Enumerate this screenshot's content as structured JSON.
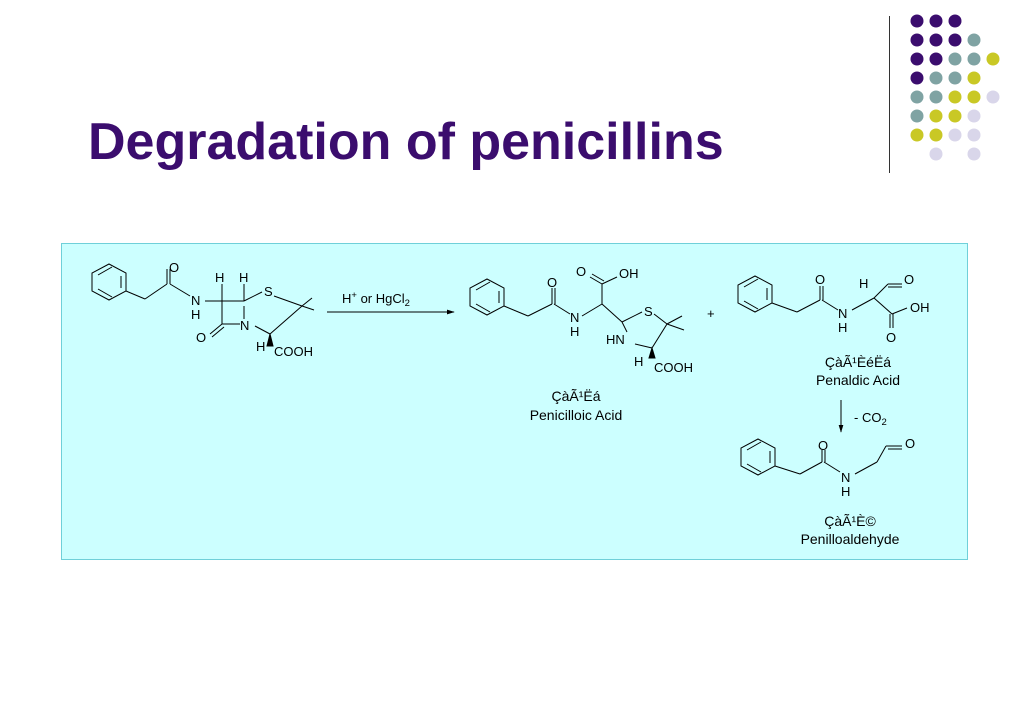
{
  "slide": {
    "title": "Degradation of penicillins"
  },
  "decoration": {
    "dot_colors": {
      "purple": "#3b0d6e",
      "teal": "#7fa3a3",
      "olive": "#c9c825",
      "lavender": "#d9d6ea"
    },
    "dot_grid": [
      [
        "purple",
        "purple",
        "purple",
        "",
        "",
        ""
      ],
      [
        "purple",
        "purple",
        "purple",
        "teal",
        "",
        ""
      ],
      [
        "purple",
        "purple",
        "teal",
        "teal",
        "olive",
        ""
      ],
      [
        "purple",
        "teal",
        "teal",
        "olive",
        "",
        ""
      ],
      [
        "teal",
        "teal",
        "olive",
        "olive",
        "lavender",
        ""
      ],
      [
        "teal",
        "olive",
        "olive",
        "lavender",
        "",
        ""
      ],
      [
        "olive",
        "olive",
        "lavender",
        "lavender",
        "",
        ""
      ],
      [
        "",
        "lavender",
        "",
        "lavender",
        "",
        ""
      ]
    ],
    "divider_color": "#333333"
  },
  "scheme": {
    "background": "#ccffff",
    "border": "#6fd0d9",
    "reagent": {
      "main": "H",
      "sup": "+",
      "rest": " or HgCl",
      "sub": "2"
    },
    "plus": "+",
    "decarboxylation": {
      "main": "- CO",
      "sub": "2"
    },
    "penicillin": {
      "atoms": {
        "O_acyl": "O",
        "N_amide": "N",
        "H_amide": "H",
        "H1": "H",
        "H2": "H",
        "S": "S",
        "N_ring": "N",
        "O_lactam": "O",
        "H_bottom": "H",
        "COOH": "COOH"
      }
    },
    "penicilloic": {
      "atoms": {
        "O_acyl": "O",
        "N_amide": "N",
        "H_amide": "H",
        "O_acid": "O",
        "OH": "OH",
        "S": "S",
        "HN": "HN",
        "H_bottom": "H",
        "COOH": "COOH"
      },
      "caption_cn": "ÇàÃ¹Ëá",
      "caption_en": "Penicilloic Acid"
    },
    "penaldic": {
      "atoms": {
        "O_acyl": "O",
        "N_amide": "N",
        "H_amide": "H",
        "H_alpha": "H",
        "O_ald": "O",
        "OH": "OH",
        "O_acid": "O"
      },
      "caption_cn": "ÇàÃ¹ÈéËá",
      "caption_en": "Penaldic Acid"
    },
    "penilloaldehyde": {
      "atoms": {
        "O_acyl": "O",
        "N_amide": "N",
        "H_amide": "H",
        "O_ald": "O"
      },
      "caption_cn": "ÇàÃ¹È©",
      "caption_en": "Penilloaldehyde"
    }
  }
}
